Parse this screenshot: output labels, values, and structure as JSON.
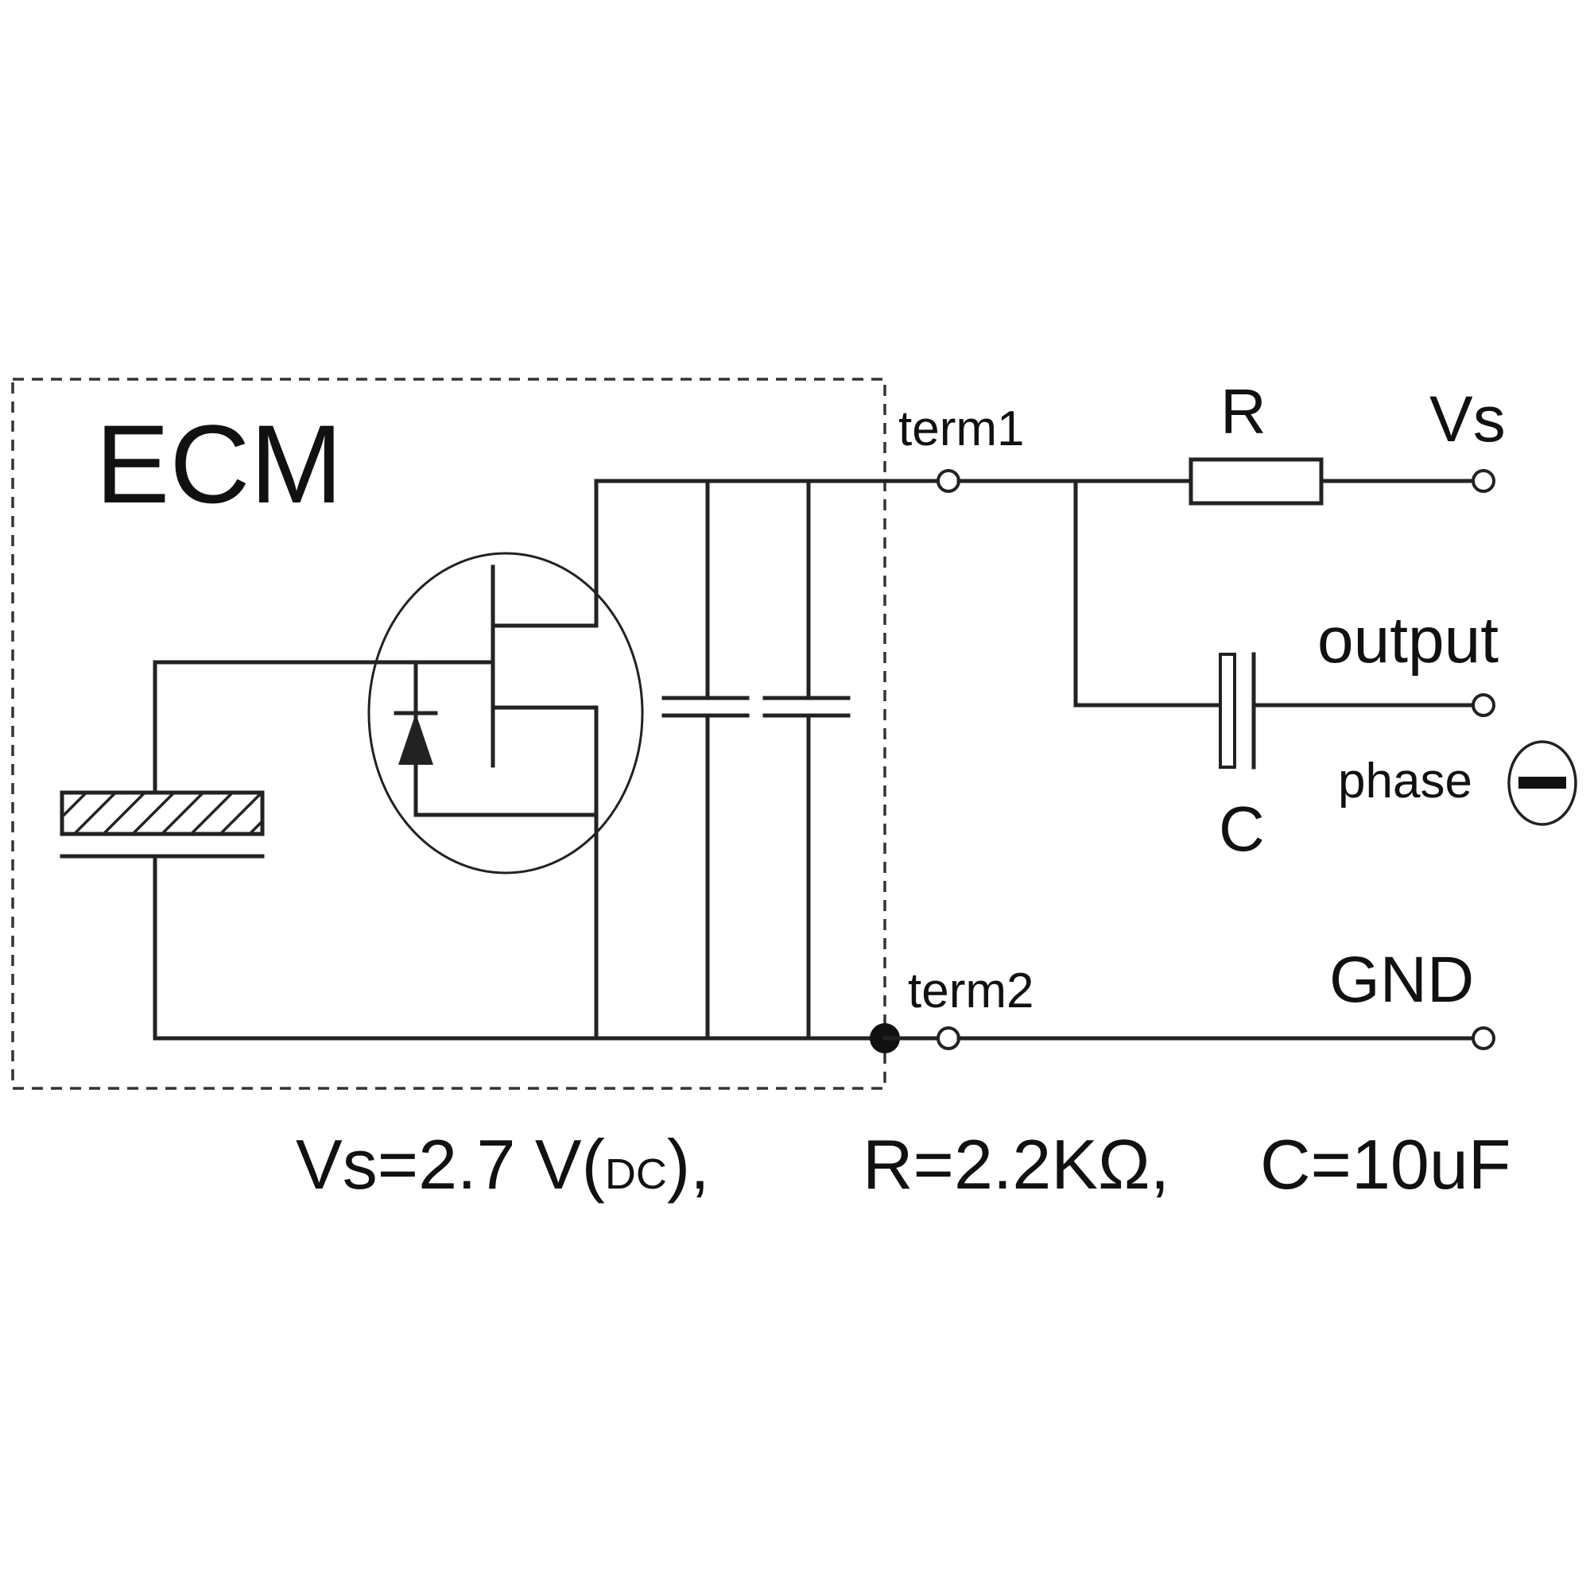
{
  "diagram": {
    "ecm_label": "ECM",
    "term1_label": "term1",
    "term2_label": "term2",
    "resistor_label": "R",
    "vs_label": "Vs",
    "output_label": "output",
    "capacitor_label": "C",
    "phase_label": "phase",
    "gnd_label": "GND",
    "phase_sign_icon": "minus-circle-icon"
  },
  "specs": {
    "vs_prefix": "Vs=2.7 V(",
    "vs_dc": "DC",
    "vs_suffix": "),",
    "r_value": "R=2.2KΩ,",
    "c_value": "C=10uF"
  },
  "colors": {
    "line": "#222222",
    "background": "#ffffff"
  }
}
